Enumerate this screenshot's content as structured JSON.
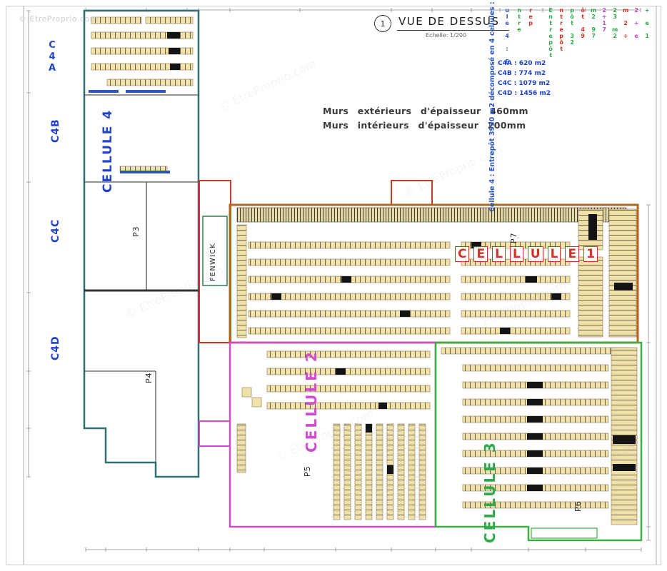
{
  "watermark": {
    "text": "© EtreProprio.com"
  },
  "title_block": {
    "number": "1",
    "title": "VUE DE DESSUS",
    "scale": "Echelle: 1/200"
  },
  "notes": {
    "line1": "Murs extérieurs d'épaisseur 460mm",
    "line2": "Murs intérieurs d'épaisseur 200mm"
  },
  "cellule4_annotation": {
    "summary": "Cellule 4 : Entrepôt 3930 m2 décomposé en 4 cellules :",
    "areas": [
      "C4A : 620 m2",
      "C4B : 774 m2",
      "C4C : 1079 m2",
      "C4D : 1456 m2"
    ]
  },
  "zone_labels": {
    "cellule1_letters": [
      "C",
      "E",
      "L",
      "L",
      "U",
      "L",
      "E",
      "1"
    ],
    "cellule2": "CELLULE 2",
    "cellule3": "CELLULE 3",
    "cellule4": "CELLULE 4"
  },
  "wing_labels": {
    "c4a_stack": [
      "C",
      "4",
      "A"
    ],
    "c4b": "C4B",
    "c4c": "C4C",
    "c4d": "C4D"
  },
  "room_labels": {
    "p3": "P3",
    "p4": "P4",
    "p5": "P5",
    "p6": "P6",
    "p7": "P7",
    "fenwick": "FENWICK"
  },
  "edge_fragments": [
    {
      "text": "ule 4 : E",
      "tone": "blue"
    },
    {
      "text": "ntre",
      "tone": "green"
    },
    {
      "text": "rep",
      "tone": "red"
    },
    {
      "text": "Entrepôt",
      "tone": "green"
    },
    {
      "text": "ntrepôt",
      "tone": "red"
    },
    {
      "text": "pôt 32",
      "tone": "green"
    },
    {
      "text": "ôt 49",
      "tone": "red"
    },
    {
      "text": "m2 97",
      "tone": "green"
    },
    {
      "text": "2+17",
      "tone": "magenta"
    },
    {
      "text": "23 m2",
      "tone": "green"
    },
    {
      "text": "m 2 +",
      "tone": "red"
    },
    {
      "text": "2 + e",
      "tone": "magenta"
    },
    {
      "text": "+ e 1",
      "tone": "green"
    }
  ],
  "colors": {
    "cellule1_border": "#b5651d",
    "cellule2_border": "#cf4ecf",
    "cellule3_border": "#3cb043",
    "cellule4_border": "#2f6f74",
    "annotation_blue": "#2d55c8",
    "rack_fill": "#f1e2ac",
    "cellule1_letters_red": "#d23323"
  }
}
